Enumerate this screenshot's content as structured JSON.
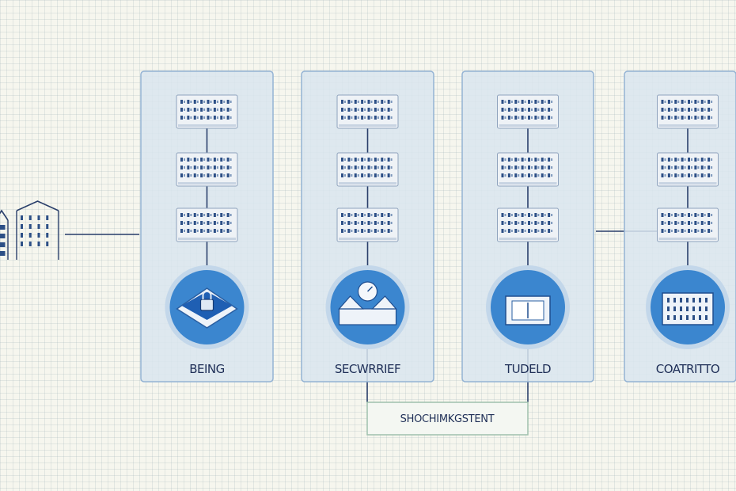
{
  "diagram": {
    "panels": [
      {
        "label": "BEING",
        "icon": "shield-lock-server-icon"
      },
      {
        "label": "SECWRRIEF",
        "icon": "gauge-rack-icon"
      },
      {
        "label": "TUDELD",
        "icon": "monitor-panel-icon"
      },
      {
        "label": "COATRITTO",
        "icon": "server-stack-icon"
      }
    ],
    "left_nodes": [
      {
        "icon": "building-server-icon"
      },
      {
        "icon": "building-server-icon"
      }
    ],
    "bottom_box": {
      "label": "SHOCHIMKGSTENT"
    },
    "colors": {
      "background": "#f6f6ee",
      "grid": "#aab9be",
      "panel_fill": "#d9e5ef",
      "panel_border": "#94b3d4",
      "connector": "#2a3f6b",
      "circle": "#3b86cf",
      "server_fill": "#eef2f6",
      "server_border": "#8fa3bd",
      "text": "#1f2f57"
    }
  }
}
